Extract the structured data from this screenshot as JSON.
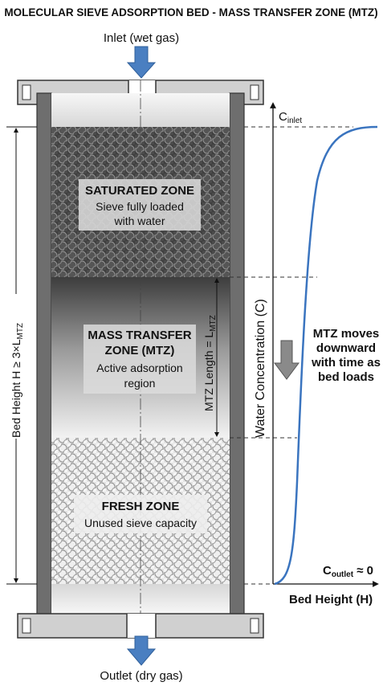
{
  "title": "MOLECULAR SIEVE ADSORPTION BED - MASS TRANSFER ZONE (MTZ)",
  "inlet_label": "Inlet (wet gas)",
  "outlet_label": "Outlet (dry gas)",
  "zones": {
    "saturated": {
      "title": "SATURATED ZONE",
      "line1": "Sieve fully loaded",
      "line2": "with water"
    },
    "mtz": {
      "title1": "MASS TRANSFER",
      "title2": "ZONE (MTZ)",
      "line1": "Active adsorption",
      "line2": "region"
    },
    "fresh": {
      "title": "FRESH ZONE",
      "line1": "Unused sieve capacity"
    }
  },
  "bed_height": {
    "main": "Bed Height H ≥ 3×L",
    "sub": "MTZ"
  },
  "mtz_length": {
    "main": "MTZ Length = L",
    "sub": "MTZ"
  },
  "y_axis_label": "Water Concentration (C)",
  "x_axis_label": "Bed Height (H)",
  "c_inlet": {
    "main": "C",
    "sub": "inlet"
  },
  "c_outlet": {
    "main": "C",
    "sub": "outlet",
    "suffix": " ≈ 0"
  },
  "mtz_note": [
    "MTZ moves",
    "downward",
    "with time as",
    "bed loads"
  ],
  "colors": {
    "curve": "#3a74bf",
    "arrow": "#4a7fc1",
    "vessel": "#6e6e6e"
  }
}
